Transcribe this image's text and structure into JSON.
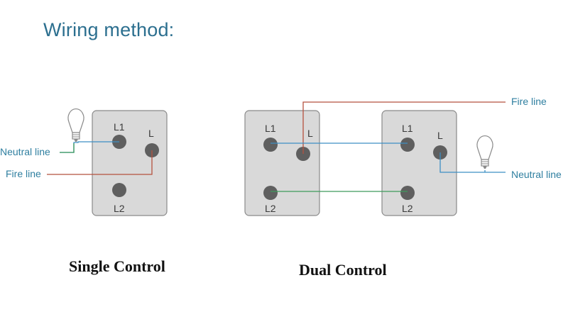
{
  "title": "Wiring method:",
  "captions": {
    "single": "Single Control",
    "dual": "Dual Control"
  },
  "terminals": {
    "l1": "L1",
    "l": "L",
    "l2": "L2"
  },
  "wires": {
    "neutral": "Neutral line",
    "fire": "Fire line"
  },
  "colors": {
    "title": "#2c6f8f",
    "neutral_wire": "#3d8fc4",
    "fire_wire": "#b5523f",
    "traveler_wire": "#3f9a5c",
    "switch_plate": "#d9d9d9",
    "terminal": "#5f5f5f"
  },
  "icons": [
    "light-bulb-icon"
  ]
}
